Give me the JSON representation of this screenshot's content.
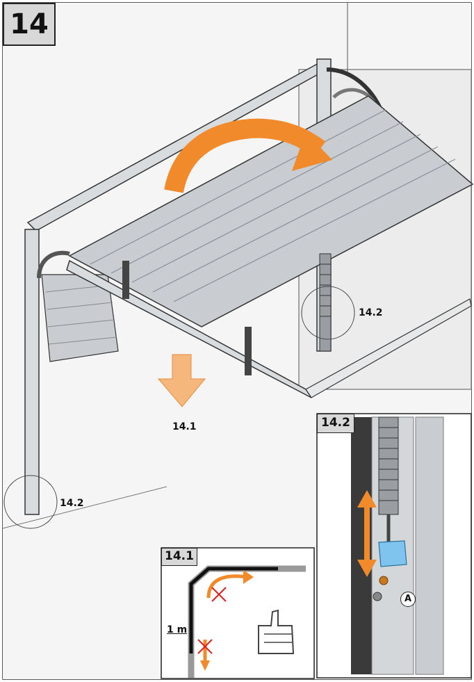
{
  "step": {
    "number": "14"
  },
  "callouts": {
    "spring_right": "14.2",
    "spring_left": "14.2",
    "lower_arrow": "14.1"
  },
  "inset_14_1": {
    "title": "14.1",
    "distance_label": "1 m"
  },
  "inset_14_2": {
    "title": "14.2",
    "part_label": "A"
  },
  "colors": {
    "accent": "#f08a2a",
    "part_blue": "#7fc4ee",
    "panel": "#c9cdd2"
  }
}
